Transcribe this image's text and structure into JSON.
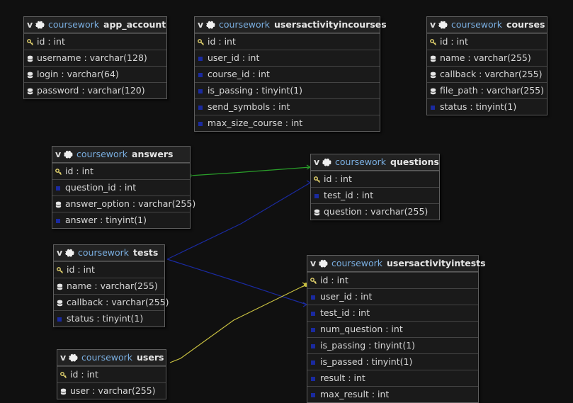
{
  "colors": {
    "background": "#101010",
    "link_answers_questions": "#2aa02a",
    "link_tests": "#1a2aa0",
    "link_users": "#c8c040",
    "key_icon": "#e8d870",
    "field_icon": "#e6e6e6",
    "fk_icon": "#1a2aa0"
  },
  "tables": [
    {
      "id": "app_account",
      "toggle": "v",
      "db": "coursework",
      "name": "app_account",
      "fields": [
        {
          "text": "id : int",
          "icon": "key-icon"
        },
        {
          "text": "username : varchar(128)",
          "icon": "field-icon"
        },
        {
          "text": "login : varchar(64)",
          "icon": "field-icon"
        },
        {
          "text": "password : varchar(120)",
          "icon": "field-icon"
        }
      ]
    },
    {
      "id": "usersactivityincourses",
      "toggle": "v",
      "db": "coursework",
      "name": "usersactivityincourses",
      "fields": [
        {
          "text": "id : int",
          "icon": "key-icon"
        },
        {
          "text": "user_id : int",
          "icon": "foreign-key-icon"
        },
        {
          "text": "course_id : int",
          "icon": "foreign-key-icon"
        },
        {
          "text": "is_passing : tinyint(1)",
          "icon": "foreign-key-icon"
        },
        {
          "text": "send_symbols : int",
          "icon": "foreign-key-icon"
        },
        {
          "text": "max_size_course : int",
          "icon": "foreign-key-icon"
        }
      ]
    },
    {
      "id": "courses",
      "toggle": "v",
      "db": "coursework",
      "name": "courses",
      "fields": [
        {
          "text": "id : int",
          "icon": "key-icon"
        },
        {
          "text": "name : varchar(255)",
          "icon": "field-icon"
        },
        {
          "text": "callback : varchar(255)",
          "icon": "field-icon"
        },
        {
          "text": "file_path : varchar(255)",
          "icon": "field-icon"
        },
        {
          "text": "status : tinyint(1)",
          "icon": "foreign-key-icon"
        }
      ]
    },
    {
      "id": "answers",
      "toggle": "v",
      "db": "coursework",
      "name": "answers",
      "fields": [
        {
          "text": "id : int",
          "icon": "key-icon"
        },
        {
          "text": "question_id : int",
          "icon": "foreign-key-icon"
        },
        {
          "text": "answer_option : varchar(255)",
          "icon": "field-icon"
        },
        {
          "text": "answer : tinyint(1)",
          "icon": "foreign-key-icon"
        }
      ]
    },
    {
      "id": "questions",
      "toggle": "v",
      "db": "coursework",
      "name": "questions",
      "fields": [
        {
          "text": "id : int",
          "icon": "key-icon"
        },
        {
          "text": "test_id : int",
          "icon": "foreign-key-icon"
        },
        {
          "text": "question : varchar(255)",
          "icon": "field-icon"
        }
      ]
    },
    {
      "id": "tests",
      "toggle": "v",
      "db": "coursework",
      "name": "tests",
      "fields": [
        {
          "text": "id : int",
          "icon": "key-icon"
        },
        {
          "text": "name : varchar(255)",
          "icon": "field-icon"
        },
        {
          "text": "callback : varchar(255)",
          "icon": "field-icon"
        },
        {
          "text": "status : tinyint(1)",
          "icon": "foreign-key-icon"
        }
      ]
    },
    {
      "id": "usersactivityintests",
      "toggle": "v",
      "db": "coursework",
      "name": "usersactivityintests",
      "fields": [
        {
          "text": "id : int",
          "icon": "key-icon"
        },
        {
          "text": "user_id : int",
          "icon": "foreign-key-icon"
        },
        {
          "text": "test_id : int",
          "icon": "foreign-key-icon"
        },
        {
          "text": "num_question : int",
          "icon": "foreign-key-icon"
        },
        {
          "text": "is_passing : tinyint(1)",
          "icon": "foreign-key-icon"
        },
        {
          "text": "is_passed : tinyint(1)",
          "icon": "foreign-key-icon"
        },
        {
          "text": "result : int",
          "icon": "foreign-key-icon"
        },
        {
          "text": "max_result : int",
          "icon": "foreign-key-icon"
        }
      ]
    },
    {
      "id": "users",
      "toggle": "v",
      "db": "coursework",
      "name": "users",
      "fields": [
        {
          "text": "id : int",
          "icon": "key-icon"
        },
        {
          "text": "user : varchar(255)",
          "icon": "field-icon"
        }
      ]
    }
  ],
  "relations": [
    {
      "from": "answers.question_id",
      "to": "questions.id",
      "color": "#2aa02a"
    },
    {
      "from": "tests.id",
      "to": "questions.test_id",
      "color": "#1a2aa0"
    },
    {
      "from": "tests.id",
      "to": "usersactivityintests.test_id",
      "color": "#1a2aa0"
    },
    {
      "from": "users.id",
      "to": "usersactivityintests.user_id",
      "color": "#c8c040"
    }
  ]
}
